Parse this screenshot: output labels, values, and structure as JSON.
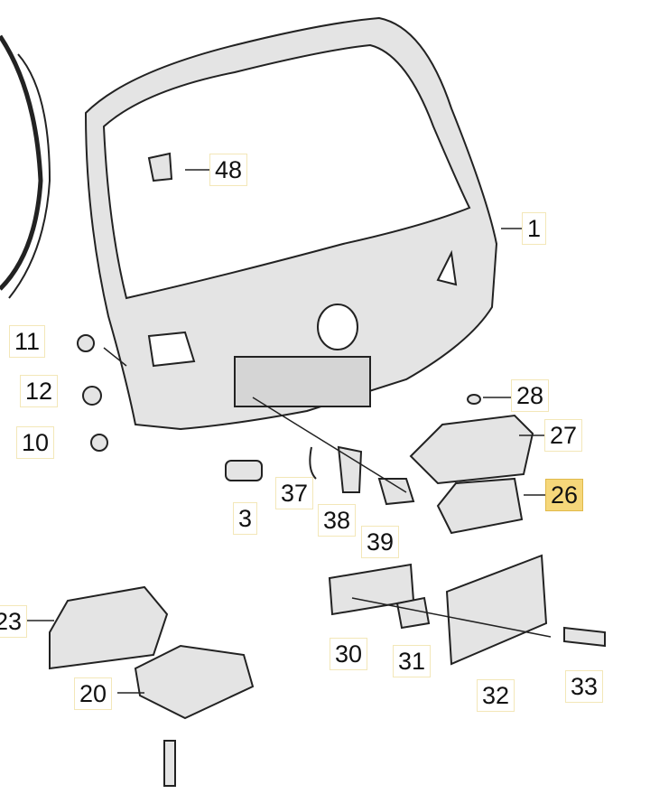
{
  "diagram": {
    "highlight_color": "#f6d77a",
    "labels": [
      {
        "id": "48",
        "text": "48"
      },
      {
        "id": "1",
        "text": "1"
      },
      {
        "id": "11",
        "text": "11"
      },
      {
        "id": "12",
        "text": "12"
      },
      {
        "id": "10",
        "text": "10"
      },
      {
        "id": "3",
        "text": "3"
      },
      {
        "id": "37",
        "text": "37"
      },
      {
        "id": "38",
        "text": "38"
      },
      {
        "id": "39",
        "text": "39"
      },
      {
        "id": "28",
        "text": "28"
      },
      {
        "id": "27",
        "text": "27"
      },
      {
        "id": "26",
        "text": "26",
        "highlighted": true
      },
      {
        "id": "23",
        "text": "23"
      },
      {
        "id": "20",
        "text": "20"
      },
      {
        "id": "30",
        "text": "30"
      },
      {
        "id": "31",
        "text": "31"
      },
      {
        "id": "32",
        "text": "32"
      },
      {
        "id": "33",
        "text": "33"
      }
    ]
  }
}
